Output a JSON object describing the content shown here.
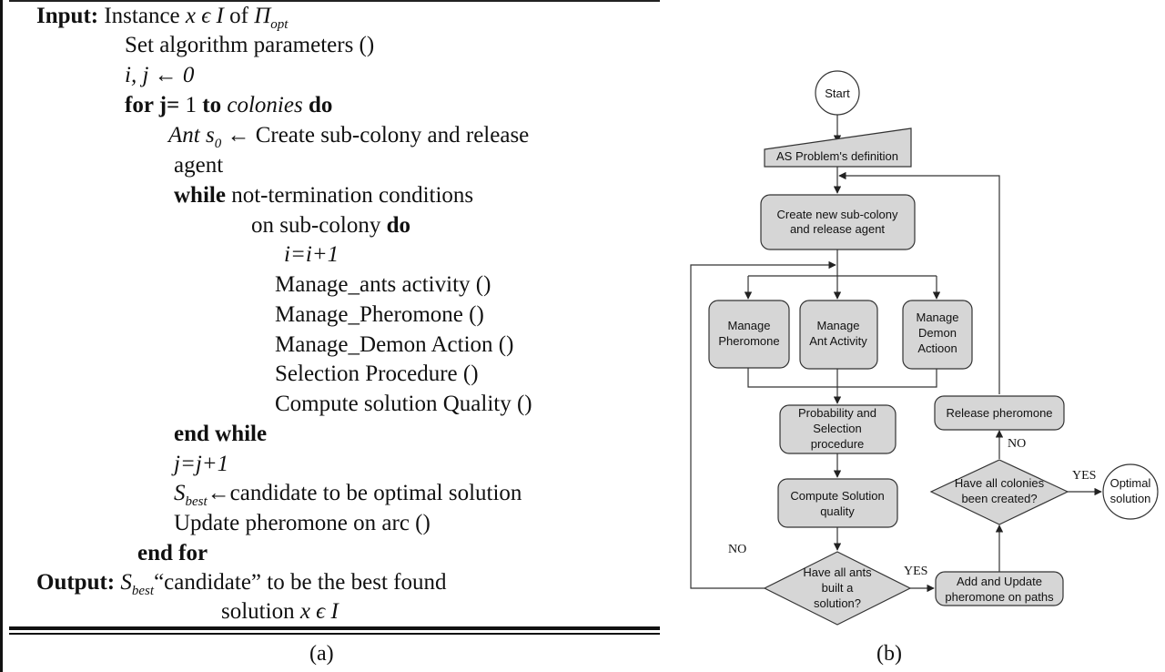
{
  "algorithm": {
    "input_label": "Input:",
    "input_text": "Instance ",
    "input_x": "x ϵ I",
    "input_of": " of ",
    "input_pi": "Π",
    "input_pi_sub": "opt",
    "l1": "Set algorithm parameters ()",
    "l2": "i, j ← 0",
    "l3_for": "for j=",
    "l3_mid": " 1 ",
    "l3_to": "to",
    "l3_col": " colonies ",
    "l3_do": "do",
    "l4_ant": "Ant s",
    "l4_sub": "0",
    "l4_rest": " ← Create sub-colony and release",
    "l5": "agent",
    "l6_while": "while",
    "l6_rest": " not-termination conditions",
    "l7_rest": "on sub-colony ",
    "l7_do": "do",
    "l8": "i=i+1",
    "l9": "Manage_ants activity ()",
    "l10": "Manage_Pheromone ()",
    "l11": "Manage_Demon Action ()",
    "l12": "Selection Procedure ()",
    "l13": "Compute solution Quality ()",
    "l14": "end while",
    "l15": "j=j+1",
    "l16_s": "S",
    "l16_sub": "best",
    "l16_rest": "←candidate to be optimal solution",
    "l17": "Update pheromone on arc ()",
    "l18": "end for",
    "out_label": "Output:",
    "out_s": "S",
    "out_sub": "best",
    "out_rest": "“candidate” to be the best found",
    "out_l2": "solution ",
    "out_l2_x": "x ϵ I"
  },
  "captions": {
    "a": "(a)",
    "b": "(b)"
  },
  "flowchart": {
    "start": "Start",
    "definition": "AS Problem's definition",
    "create_1": "Create new sub-colony",
    "create_2": "and release agent",
    "manage_ph_1": "Manage",
    "manage_ph_2": "Pheromone",
    "manage_ant_1": "Manage",
    "manage_ant_2": "Ant Activity",
    "manage_dem_1": "Manage",
    "manage_dem_2": "Demon",
    "manage_dem_3": "Actioon",
    "prob_1": "Probability and",
    "prob_2": "Selection",
    "prob_3": "procedure",
    "compute_1": "Compute Solution",
    "compute_2": "quality",
    "ants_1": "Have all ants",
    "ants_2": "built a",
    "ants_3": "solution?",
    "add_1": "Add and Update",
    "add_2": "pheromone on paths",
    "colonies_1": "Have all colonies",
    "colonies_2": "been created?",
    "release": "Release pheromone",
    "optimal_1": "Optimal",
    "optimal_2": "solution",
    "yes_1": "YES",
    "yes_2": "YES",
    "no_1": "NO",
    "no_2": "NO"
  }
}
